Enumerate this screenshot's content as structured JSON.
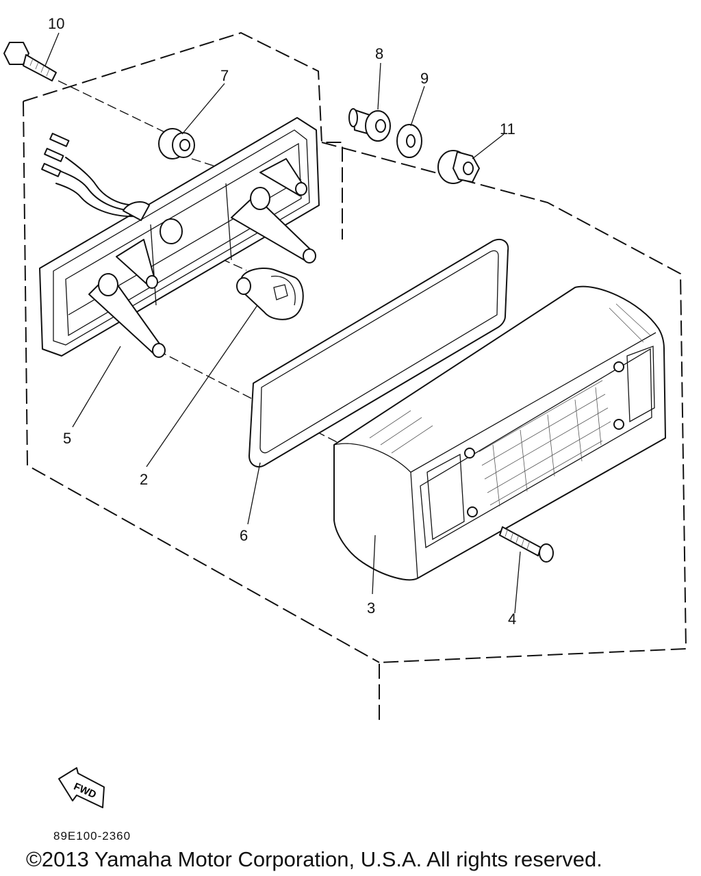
{
  "callouts": [
    {
      "id": "10",
      "label": "10"
    },
    {
      "id": "7",
      "label": "7"
    },
    {
      "id": "8",
      "label": "8"
    },
    {
      "id": "9",
      "label": "9"
    },
    {
      "id": "11",
      "label": "11"
    },
    {
      "id": "5",
      "label": "5"
    },
    {
      "id": "2",
      "label": "2"
    },
    {
      "id": "6",
      "label": "6"
    },
    {
      "id": "3",
      "label": "3"
    },
    {
      "id": "4",
      "label": "4"
    }
  ],
  "direction_marker": {
    "label": "FWD",
    "icon": "fwd-arrow-icon"
  },
  "diagram_code": "89E100-2360",
  "copyright": "©2013 Yamaha Motor Corporation, U.S.A. All rights reserved."
}
